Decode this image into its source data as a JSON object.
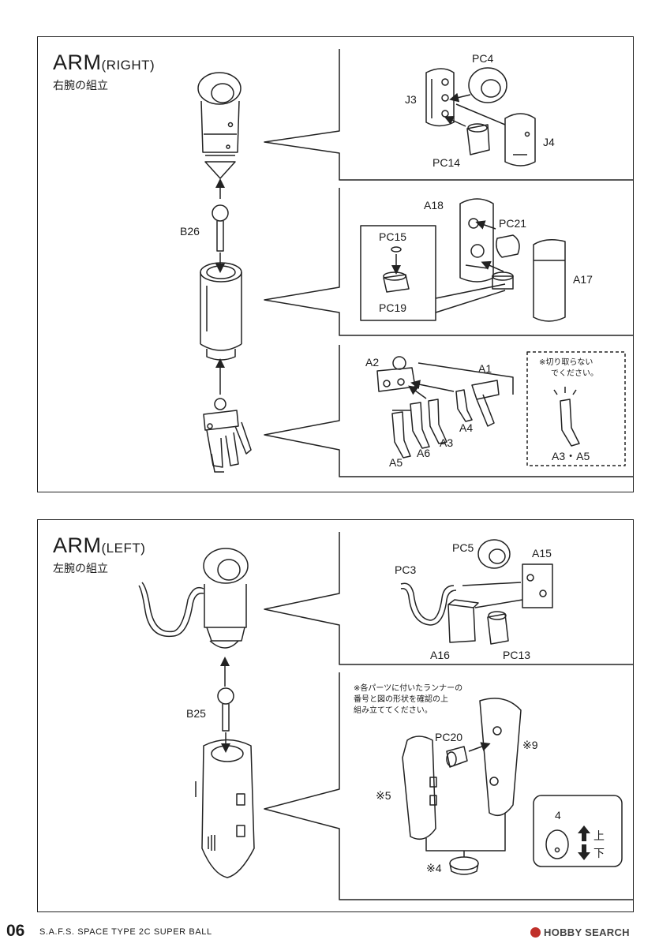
{
  "right": {
    "title": "ARM",
    "title_suffix": "(RIGHT)",
    "subtitle": "右腕の組立",
    "labels": {
      "b26": "B26",
      "pc4": "PC4",
      "j3": "J3",
      "j4": "J4",
      "pc14": "PC14",
      "a18": "A18",
      "pc21": "PC21",
      "pc15": "PC15",
      "pc19": "PC19",
      "a17": "A17",
      "a2": "A2",
      "a1": "A1",
      "a4": "A4",
      "a3": "A3",
      "a6": "A6",
      "a5": "A5",
      "a3a5": "A3・A5"
    },
    "note_line1": "※切り取らない",
    "note_line2": "でください。"
  },
  "left": {
    "title": "ARM",
    "title_suffix": "(LEFT)",
    "subtitle": "左腕の組立",
    "labels": {
      "b25": "B25",
      "pc5": "PC5",
      "a15": "A15",
      "pc3": "PC3",
      "a16": "A16",
      "pc13": "PC13",
      "pc20": "PC20",
      "mark9": "※9",
      "mark5": "※5",
      "mark4": "※4",
      "num4": "4",
      "up": "上",
      "down": "下"
    },
    "note_line1": "※各パーツに付いたランナーの",
    "note_line2": "番号と図の形状を確認の上",
    "note_line3": "組み立ててください。"
  },
  "footer": {
    "page": "06",
    "product": "S.A.F.S. SPACE TYPE 2C SUPER BALL",
    "watermark": "HOBBY SEARCH"
  }
}
